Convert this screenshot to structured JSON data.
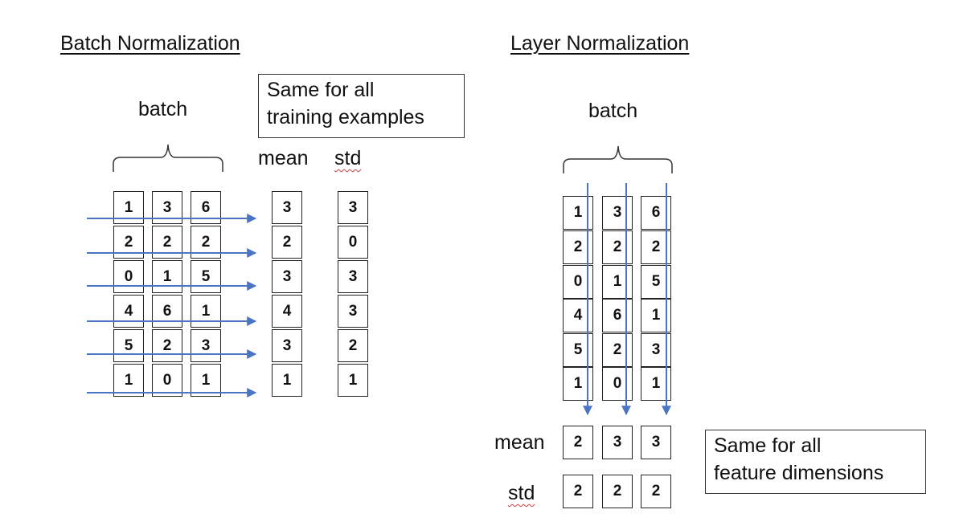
{
  "batch_norm": {
    "title": "Batch Normalization",
    "batch_label": "batch",
    "note": [
      "Same for all",
      "training examples"
    ],
    "mean_label": "mean",
    "std_label": "std",
    "columns": [
      [
        "1",
        "2",
        "0",
        "4",
        "5",
        "1"
      ],
      [
        "3",
        "2",
        "1",
        "6",
        "2",
        "0"
      ],
      [
        "6",
        "2",
        "5",
        "1",
        "3",
        "1"
      ]
    ],
    "mean": [
      "3",
      "2",
      "3",
      "4",
      "3",
      "1"
    ],
    "std": [
      "3",
      "0",
      "3",
      "3",
      "2",
      "1"
    ]
  },
  "layer_norm": {
    "title": "Layer Normalization",
    "batch_label": "batch",
    "note": [
      "Same for all",
      "feature dimensions"
    ],
    "mean_label": "mean",
    "std_label": "std",
    "columns": [
      [
        "1",
        "2",
        "0",
        "4",
        "5",
        "1"
      ],
      [
        "3",
        "2",
        "1",
        "6",
        "2",
        "0"
      ],
      [
        "6",
        "2",
        "5",
        "1",
        "3",
        "1"
      ]
    ],
    "mean": [
      "2",
      "3",
      "3"
    ],
    "std": [
      "2",
      "2",
      "2"
    ]
  },
  "colors": {
    "arrow": "#4a74c4",
    "border": "#222222",
    "squiggle": "#d04040"
  }
}
